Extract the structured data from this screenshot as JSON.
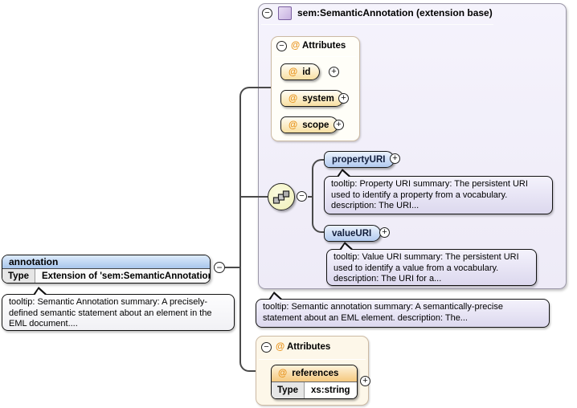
{
  "root": {
    "name": "annotation",
    "type_label": "Type",
    "type_value": "Extension of 'sem:SemanticAnnotation'",
    "tooltip": "tooltip: Semantic Annotation summary: A precisely-defined semantic statement about an element in the EML document...."
  },
  "panel": {
    "title": "sem:SemanticAnnotation (extension base)",
    "tooltip": "tooltip: Semantic annotation summary: A semantically-precise statement about an EML element. description: The...",
    "attributes_group": {
      "title": "Attributes",
      "items": [
        {
          "label": "id"
        },
        {
          "label": "system"
        },
        {
          "label": "scope"
        }
      ]
    },
    "sequence": {
      "elements": [
        {
          "label": "propertyURI",
          "tooltip": "tooltip: Property URI summary: The persistent URI used to identify a property from a vocabulary. description: The URI..."
        },
        {
          "label": "valueURI",
          "tooltip": "tooltip: Value URI summary: The persistent URI used to identify a value from a vocabulary. description: The URI for a..."
        }
      ]
    }
  },
  "local_attributes_group": {
    "title": "Attributes",
    "item": {
      "label": "references",
      "type_label": "Type",
      "type_value": "xs:string"
    }
  },
  "symbols": {
    "at": "@",
    "minus": "−",
    "plus": "+"
  },
  "colors": {
    "attribute_accent": "#e8941e",
    "element_pill_fill": "#b2cbf0",
    "attribute_pill_fill": "#f8dfa2",
    "panel_background": "#f2f0f9",
    "tooltip_background": "#e9e6f5",
    "root_header_blue": "#a8c6ec",
    "connector": "#4a4a4a"
  }
}
